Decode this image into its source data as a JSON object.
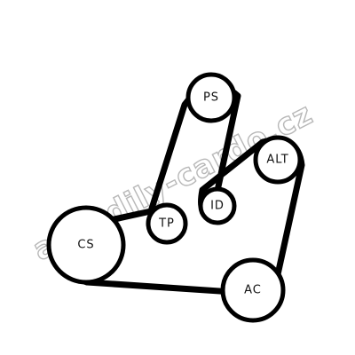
{
  "diagram": {
    "pulleys": [
      {
        "id": "ps",
        "label": "PS"
      },
      {
        "id": "alt",
        "label": "ALT"
      },
      {
        "id": "id",
        "label": "ID"
      },
      {
        "id": "tp",
        "label": "TP"
      },
      {
        "id": "cs",
        "label": "CS"
      },
      {
        "id": "ac",
        "label": "AC"
      }
    ]
  },
  "watermark": {
    "text": "autodily-cardo.cz"
  },
  "colors": {
    "belt": "#000000",
    "pulley_stroke": "#000000",
    "label": "#111111",
    "watermark_stroke": "#b8b8b8",
    "background": "#ffffff"
  }
}
